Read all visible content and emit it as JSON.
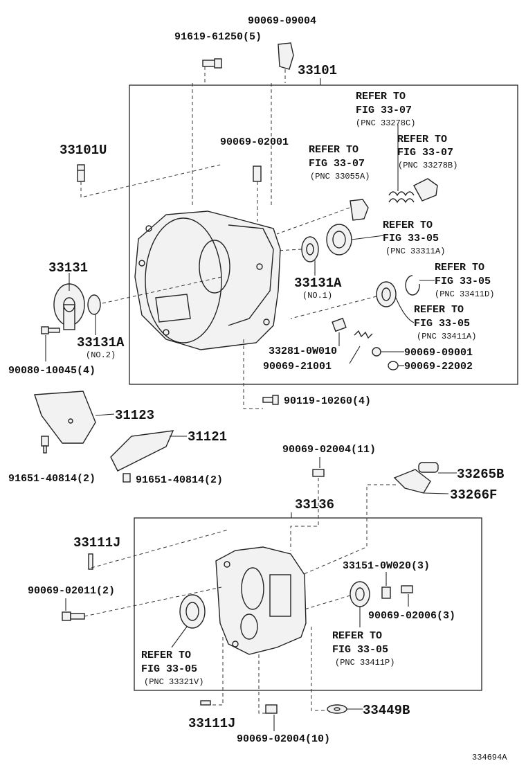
{
  "diagram_id": "334694A",
  "labels": {
    "p91619_61250": "91619-61250(5)",
    "p90069_09004": "90069-09004",
    "p33101": "33101",
    "p33101U": "33101U",
    "p90069_02001": "90069-02001",
    "p33131": "33131",
    "p33131A_no1": "33131A",
    "p33131A_no1_note": "(NO.1)",
    "p33131A_no2": "33131A",
    "p33131A_no2_note": "(NO.2)",
    "p90080_10045": "90080-10045(4)",
    "p33281_0W010": "33281-0W010",
    "p90069_21001": "90069-21001",
    "p90069_09001": "90069-09001",
    "p90069_22002": "90069-22002",
    "p90119_10260": "90119-10260(4)",
    "p31123": "31123",
    "p31121": "31121",
    "p91651_40814_a": "91651-40814(2)",
    "p91651_40814_b": "91651-40814(2)",
    "p90069_02004_11": "90069-02004(11)",
    "p33265B": "33265B",
    "p33266F": "33266F",
    "p33136": "33136",
    "p33111J_top": "33111J",
    "p90069_02011": "90069-02011(2)",
    "p33151_0W020": "33151-0W020(3)",
    "p90069_02006": "90069-02006(3)",
    "p33111J_bottom": "33111J",
    "p90069_02004_10": "90069-02004(10)",
    "p33449B": "33449B"
  },
  "refs": [
    {
      "l1": "REFER TO",
      "l2": "FIG 33-07",
      "l3": "(PNC 33278C)"
    },
    {
      "l1": "REFER TO",
      "l2": "FIG 33-07",
      "l3": "(PNC 33278B)"
    },
    {
      "l1": "REFER TO",
      "l2": "FIG 33-07",
      "l3": "(PNC 33055A)"
    },
    {
      "l1": "REFER TO",
      "l2": "FIG 33-05",
      "l3": "(PNC 33311A)"
    },
    {
      "l1": "REFER TO",
      "l2": "FIG 33-05",
      "l3": "(PNC 33411D)"
    },
    {
      "l1": "REFER TO",
      "l2": "FIG 33-05",
      "l3": "(PNC 33411A)"
    },
    {
      "l1": "REFER TO",
      "l2": "FIG 33-05",
      "l3": "(PNC 33411P)"
    },
    {
      "l1": "REFER TO",
      "l2": "FIG 33-05",
      "l3": "(PNC 33321V)"
    }
  ]
}
